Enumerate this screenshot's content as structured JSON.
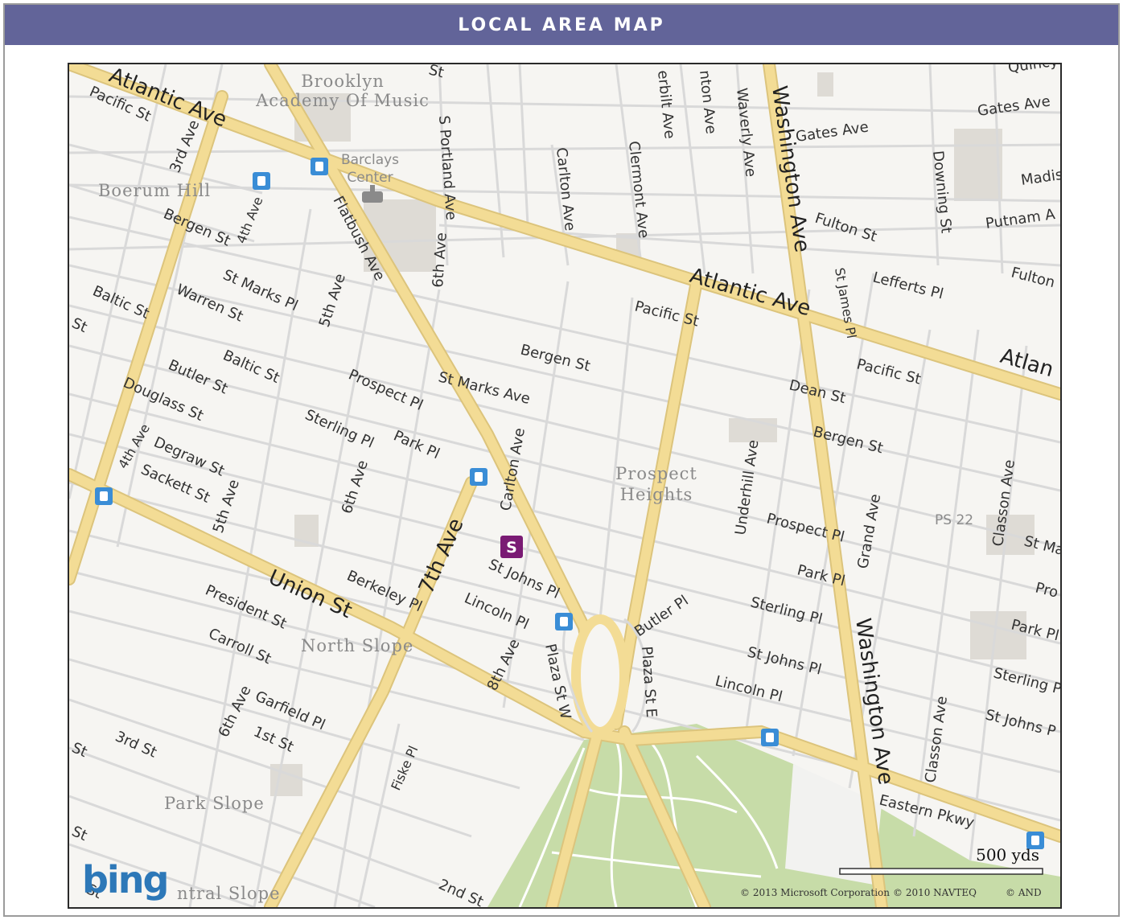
{
  "header": {
    "title": "LOCAL AREA MAP"
  },
  "map": {
    "colors": {
      "background": "#f6f5f2",
      "minor_road": "#d9d9d9",
      "major_road": "#f3dc95",
      "major_road_edge": "#dcc47c",
      "park": "#c7dca8",
      "block": "#dedbd5",
      "transit": "#3a8dd6",
      "marker": "#7a1b74"
    },
    "labels": {
      "atlantic_ave_nw": "Atlantic Ave",
      "atlantic_ave_mid": "Atlantic Ave",
      "atlantic_ave_east": "Atlan",
      "pacific_st_nw": "Pacific St",
      "pacific_st_mid": "Pacific St",
      "pacific_st_east": "Pacific St",
      "third_ave": "3rd Ave",
      "third_st": "3rd St",
      "fourth_ave_n": "4th Ave",
      "fourth_ave_s": "4th Ave",
      "fifth_ave_n": "5th Ave",
      "fifth_ave_s": "5th Ave",
      "sixth_ave_n": "6th Ave",
      "sixth_ave_mid": "6th Ave",
      "sixth_ave_s": "6th Ave",
      "seventh_ave": "7th Ave",
      "eighth_ave": "8th Ave",
      "s_portland_ave": "S Portland Ave",
      "carlton_ave_n": "Carlton Ave",
      "carlton_ave_s": "Carlton Ave",
      "clermont_ave": "Clermont Ave",
      "vanderbilt_ave": "erbilt Ave",
      "washington_ave_n": "Washington Ave",
      "washington_ave_s": "Washington Ave",
      "waverly_ave": "Waverly Ave",
      "clinton_ave": "nton Ave",
      "gates_ave_mid": "Gates Ave",
      "gates_ave_east": "Gates Ave",
      "fulton_st_mid": "Fulton St",
      "fulton_st_east": "Fulton",
      "downing_st": "Downing St",
      "putnam_ave": "Putnam A",
      "madison": "Madis",
      "quincy": "Quincy",
      "st_james_pl": "St James Pl",
      "lefferts_pl": "Lefferts Pl",
      "bergen_st_w": "Bergen St",
      "bergen_st_mid": "Bergen St",
      "bergen_st_east": "Bergen St",
      "st_marks_pl": "St Marks Pl",
      "st_marks_ave": "St Marks Ave",
      "st_marks_east": "St Ma",
      "warren_st": "Warren St",
      "baltic_st_w": "Baltic St",
      "baltic_st_mid": "Baltic St",
      "butler_st": "Butler St",
      "douglass_st": "Douglass St",
      "degraw_st": "Degraw St",
      "sackett_st": "Sackett St",
      "union_st": "Union St",
      "president_st": "President St",
      "carroll_st": "Carroll St",
      "garfield_pl": "Garfield Pl",
      "first_st": "1st St",
      "second_st": "2nd St",
      "flatbush_ave": "Flatbush Ave",
      "prospect_pl_w": "Prospect Pl",
      "prospect_pl_e": "Prospect Pl",
      "prospect_east": "Pro",
      "sterling_pl_w": "Sterling Pl",
      "sterling_pl_mid": "Sterling Pl",
      "sterling_pl_east": "Sterling P",
      "park_pl_w": "Park Pl",
      "park_pl_mid": "Park Pl",
      "park_pl_east": "Park Pl",
      "berkeley_pl": "Berkeley Pl",
      "lincoln_pl_w": "Lincoln Pl",
      "lincoln_pl_e": "Lincoln Pl",
      "st_johns_pl_w": "St Johns Pl",
      "st_johns_pl_mid": "St Johns Pl",
      "st_johns_pl_east": "St Johns P",
      "plaza_st_w": "Plaza St W",
      "plaza_st_e": "Plaza St E",
      "butler_pl": "Butler Pl",
      "dean_st": "Dean St",
      "underhill_ave": "Underhill Ave",
      "grand_ave": "Grand Ave",
      "classon_ave_n": "Classon Ave",
      "classon_ave_s": "Classon Ave",
      "eastern_pkwy": "Eastern Pkwy",
      "fiske_pl": "Fiske Pl",
      "ps22": "PS 22",
      "frag_st_n": "St",
      "frag_st_w": "St",
      "frag_st_sw": "St",
      "frag_st_sw2": "St",
      "frag_sth": "St"
    },
    "neighborhoods": {
      "bam_line1": "Brooklyn",
      "bam_line2": "Academy Of Music",
      "barclays_line1": "Barclays",
      "barclays_line2": "Center",
      "boerum_hill": "Boerum Hill",
      "prospect_heights_1": "Prospect",
      "prospect_heights_2": "Heights",
      "north_slope": "North Slope",
      "park_slope": "Park Slope",
      "central_slope": "ntral Slope"
    },
    "marker": {
      "letter": "S"
    },
    "scale_bar": {
      "label": "500 yds"
    },
    "branding": {
      "logo": "bing",
      "copyright": "© 2013 Microsoft Corporation",
      "navteq": "© 2010 NAVTEQ",
      "and": "© AND"
    }
  }
}
